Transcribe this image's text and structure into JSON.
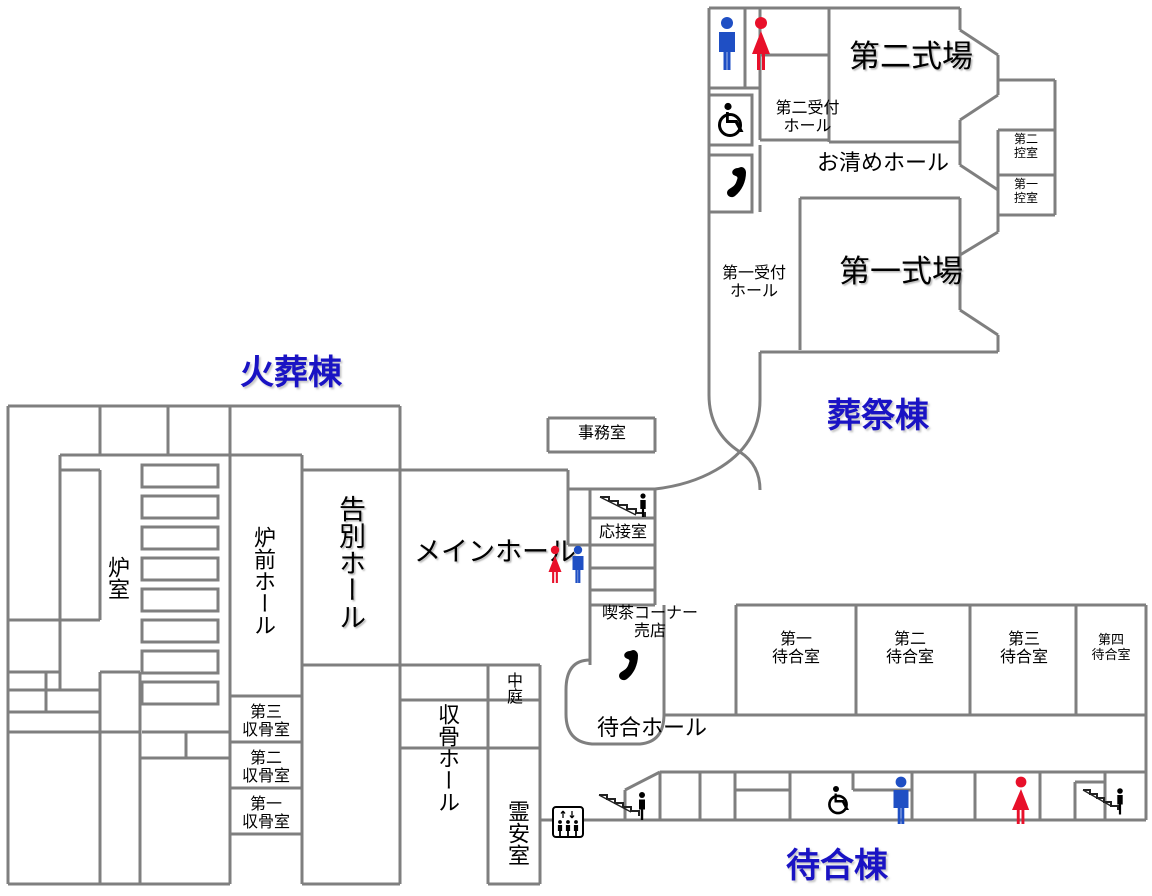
{
  "document": {
    "title": "斎場 平面案内図",
    "wall_color": "#7f7f7f",
    "wall_color_dark": "#4d4d4d",
    "wing_label_color": "#1a13c4",
    "male_icon_color": "#1f4fc4",
    "female_icon_color": "#e8102a",
    "background": "#ffffff"
  },
  "wings": [
    {
      "id": "kaso",
      "label": "火葬棟"
    },
    {
      "id": "sosai",
      "label": "葬祭棟"
    },
    {
      "id": "machiai",
      "label": "待合棟"
    }
  ],
  "rooms": {
    "sosai": [
      {
        "name": "第二式場",
        "orientation": "horizontal"
      },
      {
        "name": "第一式場",
        "orientation": "horizontal"
      },
      {
        "name": "第二受付\nホール",
        "orientation": "horizontal"
      },
      {
        "name": "第一受付\nホール",
        "orientation": "horizontal"
      },
      {
        "name": "お清めホール",
        "orientation": "horizontal"
      },
      {
        "name": "第二\n控室",
        "orientation": "horizontal"
      },
      {
        "name": "第一\n控室",
        "orientation": "horizontal"
      }
    ],
    "kaso": [
      {
        "name": "炉室",
        "orientation": "vertical"
      },
      {
        "name": "炉前ホール",
        "orientation": "vertical"
      },
      {
        "name": "告別ホール",
        "orientation": "vertical"
      },
      {
        "name": "メインホール",
        "orientation": "horizontal"
      },
      {
        "name": "収骨ホール",
        "orientation": "vertical"
      },
      {
        "name": "第三\n収骨室",
        "orientation": "horizontal"
      },
      {
        "name": "第二\n収骨室",
        "orientation": "horizontal"
      },
      {
        "name": "第一\n収骨室",
        "orientation": "horizontal"
      },
      {
        "name": "中庭",
        "orientation": "vertical"
      },
      {
        "name": "霊安室",
        "orientation": "vertical"
      },
      {
        "name": "事務室",
        "orientation": "horizontal"
      },
      {
        "name": "応接室",
        "orientation": "horizontal"
      },
      {
        "name": "喫茶コーナー\n売店",
        "orientation": "horizontal"
      },
      {
        "name": "待合ホール",
        "orientation": "horizontal"
      }
    ],
    "machiai": [
      {
        "name": "第一\n待合室",
        "orientation": "horizontal"
      },
      {
        "name": "第二\n待合室",
        "orientation": "horizontal"
      },
      {
        "name": "第三\n待合室",
        "orientation": "horizontal"
      },
      {
        "name": "第四\n待合室",
        "orientation": "horizontal"
      }
    ]
  },
  "labels": {
    "shiki2": "第二式場",
    "shiki1": "第一式場",
    "uketsuke2": "第二受付\nホール",
    "uketsuke1": "第一受付\nホール",
    "okiyome": "お清めホール",
    "hikae2": "第二\n控室",
    "hikae1": "第一\n控室",
    "roshitsu": "炉室",
    "romae": "炉前ホール",
    "kokubetsu": "告別ホール",
    "main_hall": "メインホール",
    "shukotsu_hall": "収骨ホール",
    "shukotsu3": "第三\n収骨室",
    "shukotsu2": "第二\n収骨室",
    "shukotsu1": "第一\n収骨室",
    "nakaniwa": "中庭",
    "reianshitsu": "霊安室",
    "jimushitsu": "事務室",
    "osetsushitsu": "応接室",
    "kissa": "喫茶コーナー\n売店",
    "machiai_hall": "待合ホール",
    "machiai1": "第一\n待合室",
    "machiai2": "第二\n待合室",
    "machiai3": "第三\n待合室",
    "machiai4": "第四\n待合室",
    "wing_kaso": "火葬棟",
    "wing_sosai": "葬祭棟",
    "wing_machiai": "待合棟"
  },
  "icons": [
    {
      "id": "toilet-male-sosai",
      "name": "male-restroom-icon",
      "zone": "葬祭棟 第二受付ホール"
    },
    {
      "id": "toilet-female-sosai",
      "name": "female-restroom-icon",
      "zone": "葬祭棟 第二受付ホール"
    },
    {
      "id": "wheelchair-sosai",
      "name": "wheelchair-accessible-icon",
      "zone": "葬祭棟 第二受付ホール"
    },
    {
      "id": "phone-sosai",
      "name": "telephone-icon",
      "zone": "葬祭棟 第二受付ホール"
    },
    {
      "id": "stairs-main",
      "name": "stairs-icon",
      "zone": "メインホール 北"
    },
    {
      "id": "toilet-female-main",
      "name": "female-restroom-icon",
      "zone": "メインホール"
    },
    {
      "id": "toilet-male-main",
      "name": "male-restroom-icon",
      "zone": "メインホール"
    },
    {
      "id": "phone-kissa",
      "name": "telephone-icon",
      "zone": "喫茶コーナー 売店"
    },
    {
      "id": "elevator-reian",
      "name": "elevator-icon",
      "zone": "霊安室 横"
    },
    {
      "id": "stairs-machiai-hall",
      "name": "stairs-icon",
      "zone": "待合ホール"
    },
    {
      "id": "wheelchair-machiai",
      "name": "wheelchair-accessible-icon",
      "zone": "待合棟"
    },
    {
      "id": "toilet-male-machiai",
      "name": "male-restroom-icon",
      "zone": "待合棟"
    },
    {
      "id": "toilet-female-machiai",
      "name": "female-restroom-icon",
      "zone": "待合棟"
    },
    {
      "id": "stairs-machiai-east",
      "name": "stairs-icon",
      "zone": "待合棟 東"
    }
  ]
}
